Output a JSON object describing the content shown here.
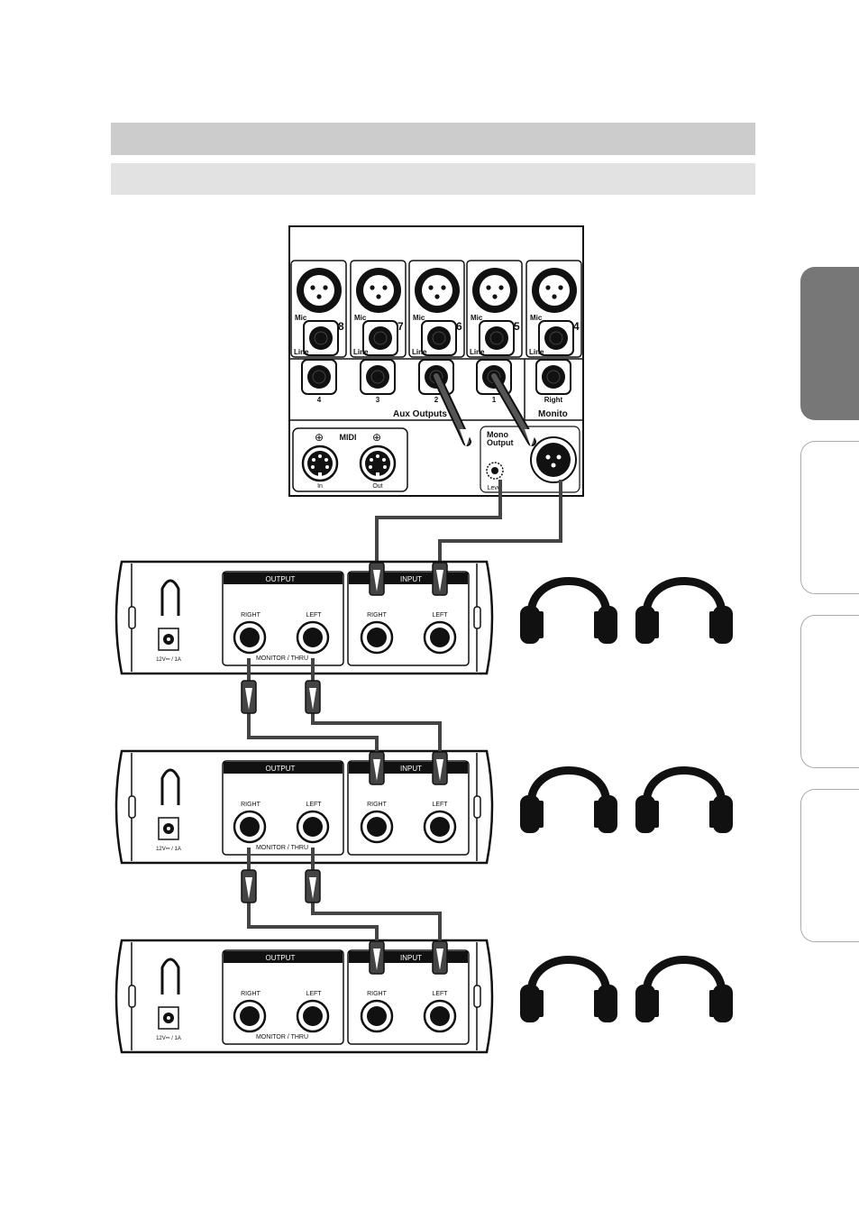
{
  "mixer": {
    "channels": [
      {
        "number": "8",
        "mic": "Mic",
        "line": "Line"
      },
      {
        "number": "7",
        "mic": "Mic",
        "line": "Line"
      },
      {
        "number": "6",
        "mic": "Mic",
        "line": "Line"
      },
      {
        "number": "5",
        "mic": "Mic",
        "line": "Line"
      },
      {
        "number": "4",
        "mic": "Mic",
        "line": "Line"
      }
    ],
    "aux_jacks": [
      "4",
      "3",
      "2",
      "1",
      "Right"
    ],
    "aux_title": "Aux Outputs",
    "monitor_title": "Monito",
    "midi_title": "MIDI",
    "midi_in": "In",
    "midi_out": "Out",
    "mono_output_line1": "Mono",
    "mono_output_line2": "Output",
    "level_label": "Level"
  },
  "amps": [
    {
      "output_title": "OUTPUT",
      "input_title": "INPUT",
      "right": "RIGHT",
      "left": "LEFT",
      "monitor_thru": "MONITOR / THRU",
      "power": "12V⎓ / 1A"
    },
    {
      "output_title": "OUTPUT",
      "input_title": "INPUT",
      "right": "RIGHT",
      "left": "LEFT",
      "monitor_thru": "MONITOR / THRU",
      "power": "12V⎓ / 1A"
    },
    {
      "output_title": "OUTPUT",
      "input_title": "INPUT",
      "right": "RIGHT",
      "left": "LEFT",
      "monitor_thru": "MONITOR / THRU",
      "power": "12V⎓ / 1A"
    }
  ],
  "colors": {
    "header_bar": "#cccccc",
    "subheader_bar": "#e2e2e2",
    "active_tab": "#777777",
    "cable": "#444444",
    "ink": "#111111"
  }
}
